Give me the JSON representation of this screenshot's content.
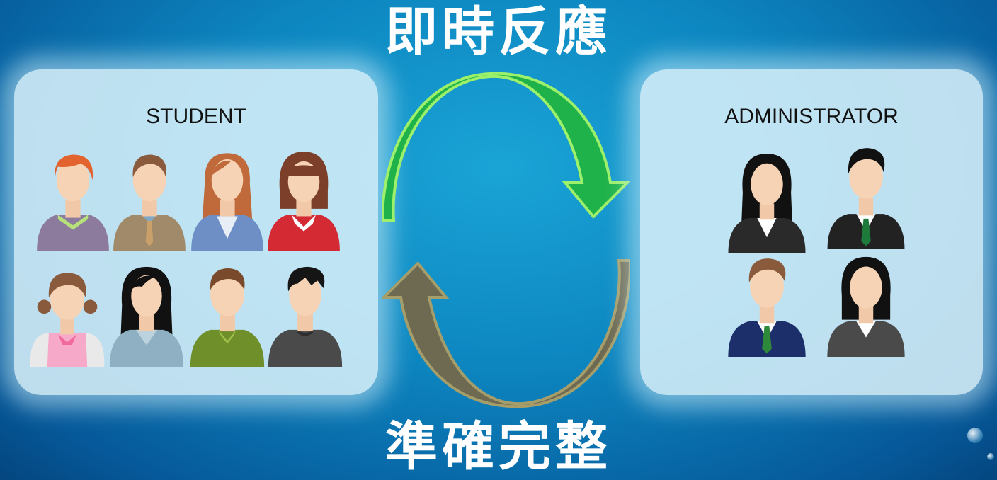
{
  "title_top": "即時反應",
  "title_bottom": "準確完整",
  "student_panel": {
    "label": "STUDENT"
  },
  "admin_panel": {
    "label": "ADMINISTRATOR"
  },
  "colors": {
    "arrow_top": "#1fb24a",
    "arrow_top_outline": "#9cf06a",
    "arrow_bottom": "#6e6a52",
    "arrow_bottom_outline": "#a59e6a",
    "background": "#0d86c0",
    "panel": "#dcf2fa"
  },
  "icons": [
    "student-avatar-icon",
    "administrator-avatar-icon",
    "clockwise-arrow-icon"
  ]
}
